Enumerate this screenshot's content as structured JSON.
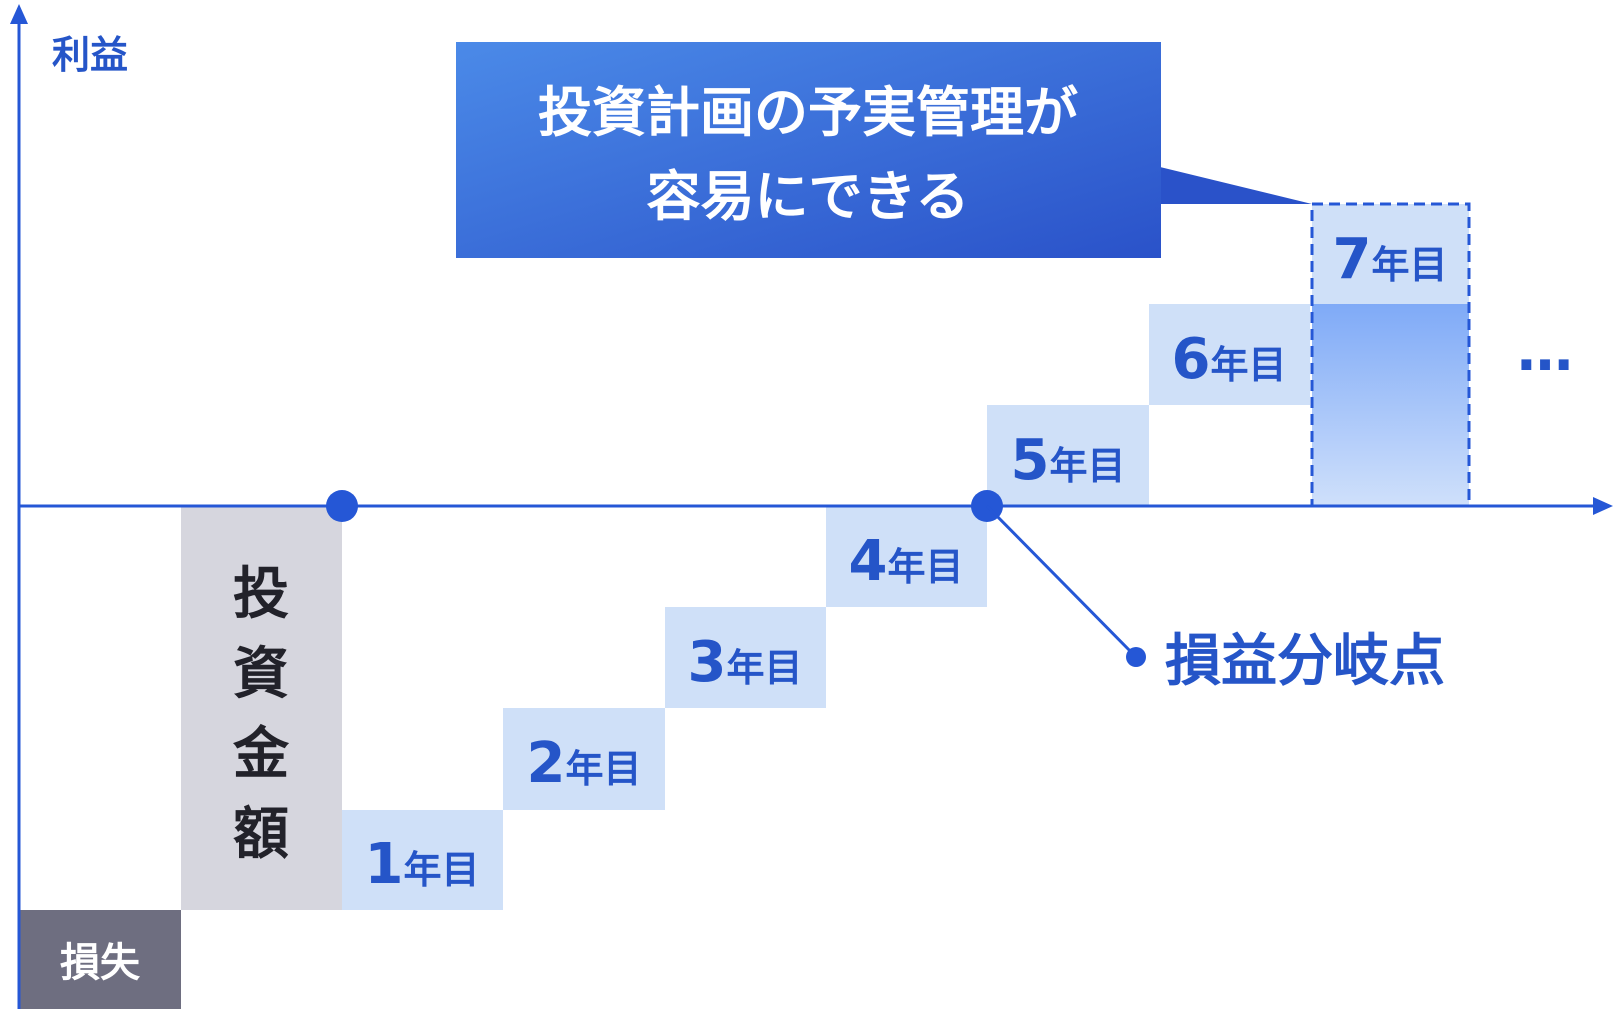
{
  "axis": {
    "y_label": "利益",
    "loss_label": "損失"
  },
  "investment": {
    "label_chars": [
      "投",
      "資",
      "金",
      "額"
    ]
  },
  "years": [
    {
      "num": "1",
      "unit": "年目"
    },
    {
      "num": "2",
      "unit": "年目"
    },
    {
      "num": "3",
      "unit": "年目"
    },
    {
      "num": "4",
      "unit": "年目"
    },
    {
      "num": "5",
      "unit": "年目"
    },
    {
      "num": "6",
      "unit": "年目"
    },
    {
      "num": "7",
      "unit": "年目"
    }
  ],
  "ellipsis": "…",
  "break_even": {
    "label": "損益分岐点"
  },
  "callout": {
    "line1": "投資計画の予実管理が",
    "line2": "容易にできる"
  },
  "colors": {
    "axis": "#2557d6",
    "text_blue": "#2555c8",
    "step_fill": "#cfe0f8",
    "investment_fill": "#d6d6de",
    "loss_fill": "#6e6e80",
    "callout_start": "#4b8ae8",
    "callout_end": "#2a52c9",
    "highlight_top": "#7faaf7",
    "highlight_bottom": "#cfe0fb"
  }
}
